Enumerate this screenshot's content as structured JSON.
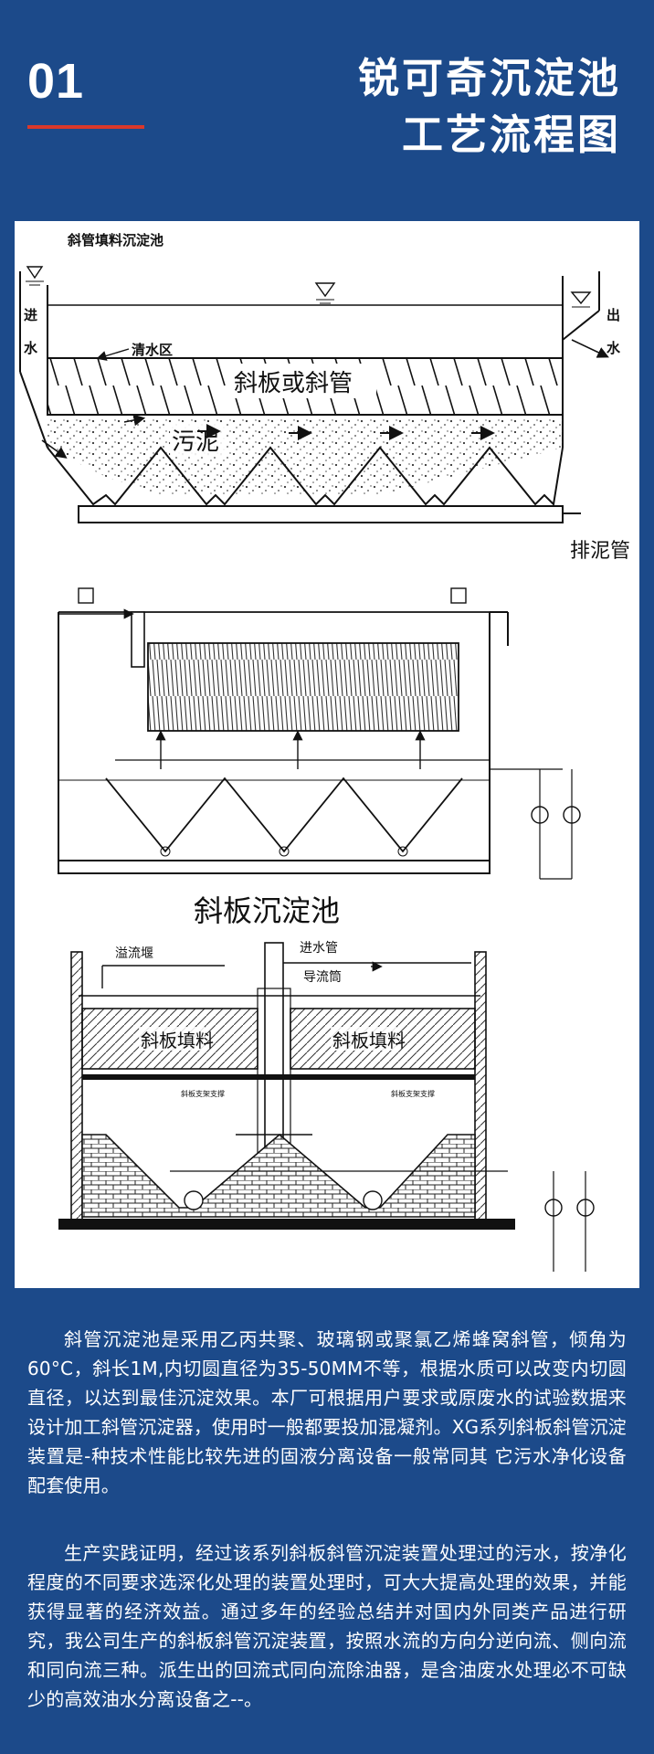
{
  "header": {
    "number": "01",
    "title_line1": "锐可奇沉淀池",
    "title_line2": "工艺流程图",
    "underline_color": "#d9382b"
  },
  "colors": {
    "background": "#1c4a8a",
    "panel": "#ffffff",
    "text": "#ffffff"
  },
  "diagram": {
    "top": {
      "caption": "斜管填料沉淀池",
      "inlet": "进水",
      "outlet": "出水",
      "clear_zone": "清水区",
      "plates": "斜板或斜管",
      "sludge": "污泥",
      "sludge_pipe": "排泥管"
    },
    "middle": {
      "caption": "斜板沉淀池"
    },
    "bottom": {
      "overflow_weir": "溢流堰",
      "inlet_pipe": "进水管",
      "guide_tube": "导流筒",
      "fill_left": "斜板填料",
      "fill_right": "斜板填料",
      "support_left": "斜板支架支撑",
      "support_right": "斜板支架支撑"
    }
  },
  "paragraphs": [
    "斜管沉淀池是采用乙丙共聚、玻璃钢或聚氯乙烯蜂窝斜管，倾角为60°C，斜长1M,内切圆直径为35-50MM不等，根据水质可以改变内切圆直径，以达到最佳沉淀效果。本厂可根据用户要求或原废水的试验数据来设计加工斜管沉淀器，使用时一般都要投加混凝剂。XG系列斜板斜管沉淀装置是-种技术性能比较先进的固液分离设备一般常同其 它污水净化设备配套使用。",
    "生产实践证明，经过该系列斜板斜管沉淀装置处理过的污水，按净化程度的不同要求选深化处理的装置处理时，可大大提高处理的效果，并能获得显著的经济效益。通过多年的经验总结并对国内外同类产品进行研究，我公司生产的斜板斜管沉淀装置，按照水流的方向分逆向流、侧向流和同向流三种。派生出的回流式同向流除油器，是含油废水处理必不可缺少的高效油水分离设备之--。"
  ]
}
